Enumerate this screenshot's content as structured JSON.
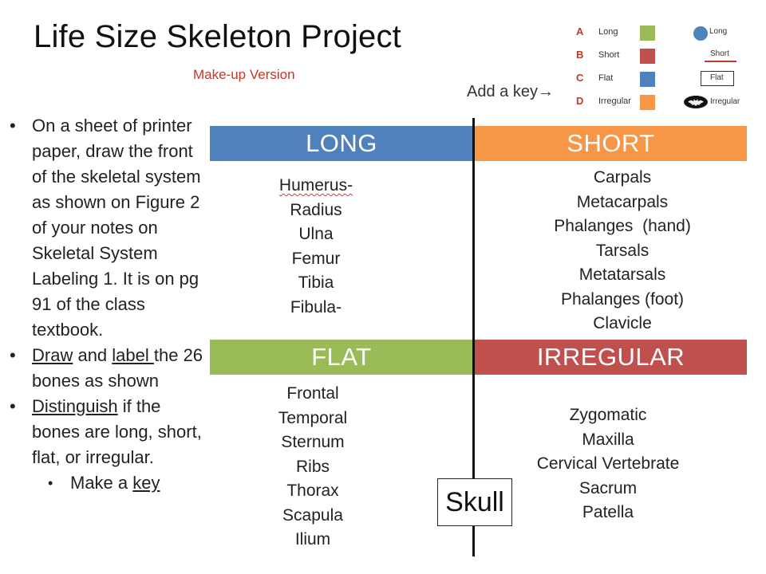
{
  "title": "Life Size Skeleton Project",
  "subtitle": "Make-up Version",
  "add_key": "Add a key→",
  "key": {
    "colors": [
      {
        "letter": "A",
        "label": "Long",
        "color": "#9bbb59"
      },
      {
        "letter": "B",
        "label": "Short",
        "color": "#c0504d"
      },
      {
        "letter": "C",
        "label": "Flat",
        "color": "#4f81bd"
      },
      {
        "letter": "D",
        "label": "Irregular",
        "color": "#f79646"
      }
    ],
    "symbols": [
      {
        "label": "Long",
        "icon": "blue-circle-icon"
      },
      {
        "label": "Short",
        "icon": "red-underline-icon"
      },
      {
        "label": "Flat",
        "icon": "box-outline-icon"
      },
      {
        "label": "Irregular",
        "icon": "bat-icon"
      }
    ]
  },
  "instructions": {
    "item1": "On a sheet of printer paper, draw the front of the skeletal system as shown on Figure 2 of your notes on Skeletal System Labeling 1. It is on pg 91 of the class textbook.",
    "item2_u1": "Draw",
    "item2_t1": " and ",
    "item2_u2": "label ",
    "item2_t2": "the 26 bones as shown",
    "item3_u": "Distinguish",
    "item3_t": " if the bones are long, short, flat, or irregular.",
    "sub_t": "Make a ",
    "sub_u": "key"
  },
  "grid": {
    "long": {
      "header": "LONG",
      "color": "#4f81bd",
      "bones": [
        "Humerus-",
        "Radius",
        "Ulna",
        "Femur",
        "Tibia",
        "Fibula-"
      ]
    },
    "short": {
      "header": "SHORT",
      "color": "#f79646",
      "bones": [
        "Carpals",
        "Metacarpals",
        "Phalanges  (hand)",
        "Tarsals",
        "Metatarsals",
        "Phalanges (foot)",
        "Clavicle"
      ]
    },
    "flat": {
      "header": "FLAT",
      "color": "#9bbb59",
      "bones": [
        "Frontal",
        "Temporal",
        "Sternum",
        "Ribs",
        "Thorax",
        "Scapula",
        "Ilium"
      ]
    },
    "irregular": {
      "header": "IRREGULAR",
      "color": "#c0504d",
      "bones": [
        "Zygomatic",
        "Maxilla",
        "Cervical Vertebrate",
        "Sacrum",
        "Patella"
      ]
    },
    "center_box": "Skull"
  }
}
